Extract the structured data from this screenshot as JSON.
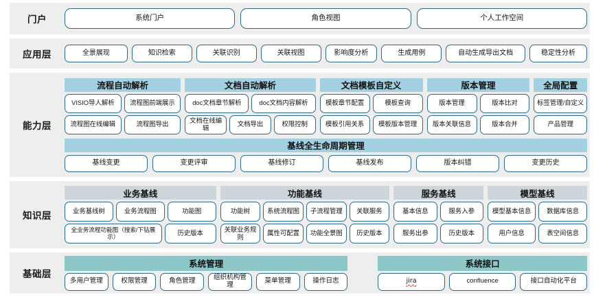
{
  "diagram": {
    "title": "系统架构分层图",
    "colors": {
      "band_bg": "#eeeeee",
      "pill_border": "#2e6b88",
      "header_blue": "#a4d1e2",
      "header_gray": "#ccd6da",
      "header_teal": "#8dc7c8"
    }
  },
  "layers": {
    "portal": {
      "label": "门户",
      "items": [
        {
          "label": "系统门户"
        },
        {
          "label": "角色视图"
        },
        {
          "label": "个人工作空间"
        }
      ]
    },
    "application": {
      "label": "应用层",
      "items": [
        {
          "label": "全景展现"
        },
        {
          "label": "知识检索"
        },
        {
          "label": "关联识别"
        },
        {
          "label": "关联视图"
        },
        {
          "label": "影响度分析"
        },
        {
          "label": "生成用例"
        },
        {
          "label": "自动生成导出文档"
        },
        {
          "label": "稳定性分析"
        }
      ]
    },
    "capability": {
      "label": "能力层",
      "groups": [
        {
          "header": "流程自动解析",
          "rows": [
            [
              "VISIO导人解析",
              "流程图前端展示"
            ],
            [
              "流程图在线编辑",
              "流程图导出"
            ]
          ]
        },
        {
          "header": "文档自动解析",
          "rows": [
            [
              "doc文档章节解析",
              "doc文档内容解析"
            ],
            [
              "文档在线编辑",
              "文档导出",
              "权限控制"
            ]
          ]
        },
        {
          "header": "文档模板自定义",
          "rows": [
            [
              "模板章节配置",
              "模板查询"
            ],
            [
              "模板引用关系",
              "模板版本管理"
            ]
          ]
        },
        {
          "header": "版本管理",
          "rows": [
            [
              "版本管理",
              "版本比对"
            ],
            [
              "版本关联信息",
              "版本合并"
            ]
          ]
        },
        {
          "header": "全局配置",
          "rows": [
            [
              "标签管理/自定义"
            ],
            [
              "产品管理"
            ]
          ]
        }
      ],
      "lifecycle": {
        "header": "基线全生命周期管理",
        "items": [
          {
            "label": "基线变更"
          },
          {
            "label": "变更评审"
          },
          {
            "label": "基线修订"
          },
          {
            "label": "基线发布"
          },
          {
            "label": "版本纠错"
          },
          {
            "label": "变更历史"
          }
        ]
      }
    },
    "knowledge": {
      "label": "知识层",
      "groups": [
        {
          "header": "业务基线",
          "rows": [
            [
              "业务基线树",
              "业务流程图",
              "功能图"
            ],
            [
              "全业务流程功能图（搜索/下钻展示）",
              "历史版本"
            ]
          ]
        },
        {
          "header": "功能基线",
          "rows": [
            [
              "功能树",
              "系统流程图",
              "子流程管理",
              "关联服务"
            ],
            [
              "关联业务规则",
              "属性可配置",
              "功能全景图",
              "历史版本"
            ]
          ]
        },
        {
          "header": "服务基线",
          "rows": [
            [
              "基本信息",
              "服务入参"
            ],
            [
              "服务出参",
              "历史版本"
            ]
          ]
        },
        {
          "header": "模型基线",
          "rows": [
            [
              "模型基本信息",
              "数据库信息"
            ],
            [
              "用户信息",
              "表空间信息"
            ]
          ]
        }
      ]
    },
    "foundation": {
      "label": "基础层",
      "groups": [
        {
          "header": "系统管理",
          "rows": [
            [
              "多用户管理",
              "权限管理",
              "角色管理",
              "组织机构管理",
              "菜单管理",
              "操作日志"
            ]
          ]
        },
        {
          "header": "系统接口",
          "rows": [
            [
              "jira",
              "confluence",
              "接口自动化平台"
            ]
          ]
        }
      ]
    }
  }
}
